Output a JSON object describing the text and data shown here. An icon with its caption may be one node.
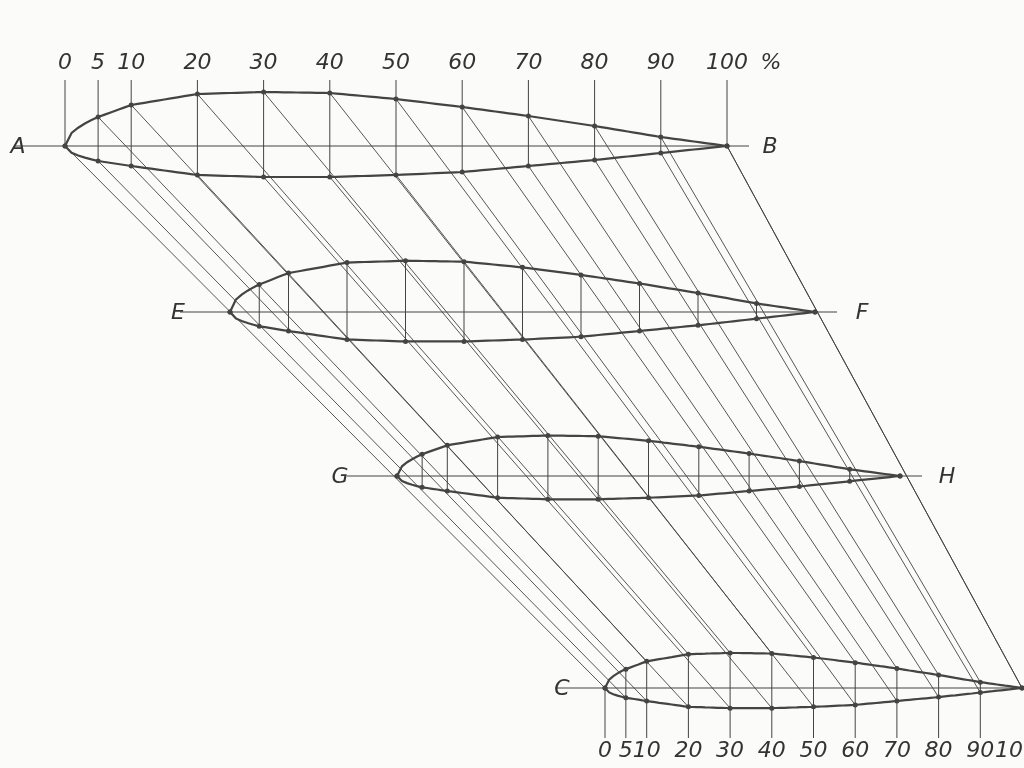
{
  "diagram": {
    "labels": [
      "0",
      "5",
      "10",
      "20",
      "30",
      "40",
      "50",
      "60",
      "70",
      "80",
      "90",
      "100",
      "%",
      "A",
      "B",
      "E",
      "F",
      "G",
      "H",
      "C",
      "0",
      "5",
      "10",
      "20",
      "30",
      "40",
      "50",
      "60",
      "70",
      "80",
      "90",
      "10"
    ]
  }
}
